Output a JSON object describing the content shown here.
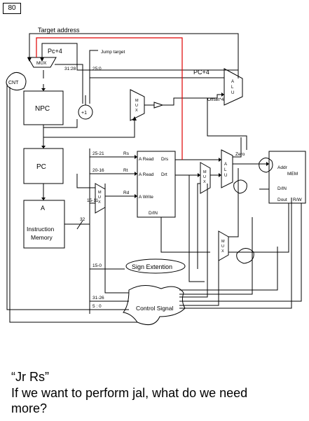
{
  "page_number": "80",
  "diagram": {
    "labels": {
      "target_address": "Target address",
      "pc_plus4_top": "Pc+4",
      "jump_target": "Jump target",
      "mux_top": "MUX",
      "cnt": "CNT",
      "bits_31_28": "31:28",
      "bits_25_0": "25:0",
      "pc_plus4_alu": "PC+4",
      "npc": "NPC",
      "plus1": "+1",
      "offset4": "Offset*4",
      "pc": "PC",
      "a": "A",
      "instruction": "Instruction",
      "memory": "Memory",
      "bits_25_21": "25-21",
      "bits_20_16": "20-16",
      "bits_15_11": "15-11",
      "bits_15_0": "15-0",
      "bits_31_26": "31-26",
      "bits_5_0": "5 : 0",
      "width_32": "32",
      "rs": "Rs",
      "rt": "Rt",
      "rd": "Rd",
      "a_read_1": "A Read",
      "a_read_2": "A Read",
      "a_write": "A Write",
      "drs": "Drs",
      "drt": "Drt",
      "din": "D/IN",
      "zero": "Zero",
      "addr": "Addr",
      "mem": "MEM",
      "din_mem": "D/IN",
      "dout": "Dout",
      "rw": "R/W",
      "sign_extention": "Sign Extention",
      "control_signal": "Control Signal",
      "mux_letters": [
        "M",
        "U",
        "X"
      ],
      "alu_letters": [
        "A",
        "L",
        "U"
      ]
    },
    "colors": {
      "line": "#000000",
      "highlight_path": "#e00000"
    }
  },
  "caption": {
    "line1": "“Jr Rs”",
    "line2": "If we want to perform jal, what do we need",
    "line3": "more?"
  }
}
